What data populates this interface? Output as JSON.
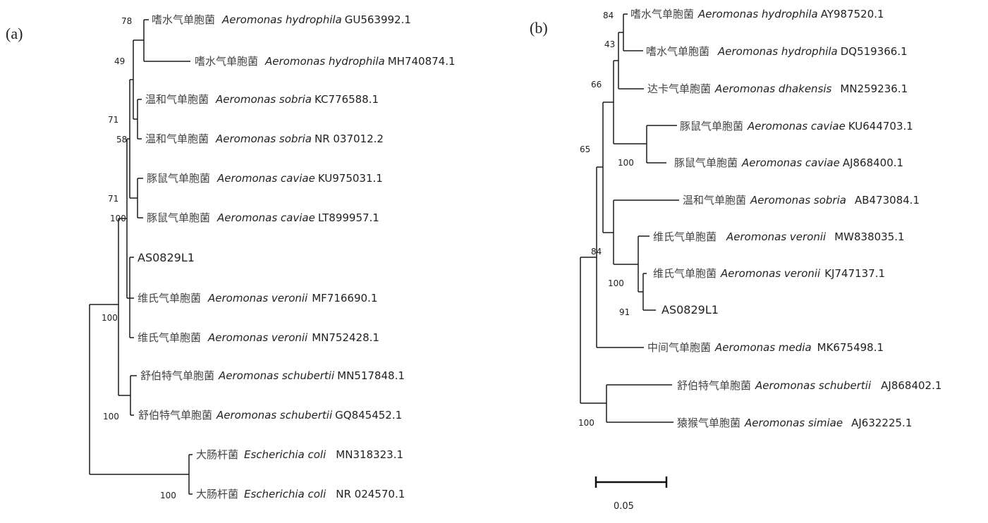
{
  "panels": {
    "a": {
      "label": "(a)",
      "leaves": [
        {
          "cn": "嗜水气单胞菌",
          "sp": "Aeromonas hydrophila",
          "acc": "GU563992.1"
        },
        {
          "cn": "嗜水气单胞菌",
          "sp": "Aeromonas hydrophila",
          "acc": "MH740874.1"
        },
        {
          "cn": "温和气单胞菌",
          "sp": "Aeromonas sobria",
          "acc": "KC776588.1"
        },
        {
          "cn": "温和气单胞菌",
          "sp": "Aeromonas sobria",
          "acc": "NR 037012.2"
        },
        {
          "cn": "豚鼠气单胞菌",
          "sp": "Aeromonas caviae",
          "acc": "KU975031.1"
        },
        {
          "cn": "豚鼠气单胞菌",
          "sp": "Aeromonas caviae",
          "acc": "LT899957.1"
        },
        {
          "cn": "",
          "sp": "",
          "acc": "AS0829L1"
        },
        {
          "cn": "维氏气单胞菌",
          "sp": "Aeromonas veronii",
          "acc": "MF716690.1"
        },
        {
          "cn": "维氏气单胞菌",
          "sp": "Aeromonas veronii",
          "acc": "MN752428.1"
        },
        {
          "cn": "舒伯特气单胞菌",
          "sp": "Aeromonas schubertii",
          "acc": "MN517848.1"
        },
        {
          "cn": "舒伯特气单胞菌",
          "sp": "Aeromonas schubertii",
          "acc": "GQ845452.1"
        },
        {
          "cn": "大肠杆菌",
          "sp": "Escherichia coli",
          "acc": "MN318323.1"
        },
        {
          "cn": "大肠杆菌",
          "sp": "Escherichia coli",
          "acc": "NR 024570.1"
        }
      ],
      "bootstrap": [
        "78",
        "49",
        "71",
        "58",
        "71",
        "100",
        "100",
        "100",
        "100"
      ]
    },
    "b": {
      "label": "(b)",
      "leaves": [
        {
          "cn": "嗜水气单胞菌",
          "sp": "Aeromonas hydrophila",
          "acc": "AY987520.1"
        },
        {
          "cn": "嗜水气单胞菌",
          "sp": "Aeromonas hydrophila",
          "acc": "DQ519366.1"
        },
        {
          "cn": "达卡气单胞菌",
          "sp": "Aeromonas dhakensis",
          "acc": "MN259236.1"
        },
        {
          "cn": "豚鼠气单胞菌",
          "sp": "Aeromonas caviae",
          "acc": "KU644703.1"
        },
        {
          "cn": "豚鼠气单胞菌",
          "sp": "Aeromonas caviae",
          "acc": "AJ868400.1"
        },
        {
          "cn": "温和气单胞菌",
          "sp": "Aeromonas sobria",
          "acc": "AB473084.1"
        },
        {
          "cn": "维氏气单胞菌",
          "sp": "Aeromonas veronii",
          "acc": "MW838035.1"
        },
        {
          "cn": "维氏气单胞菌",
          "sp": "Aeromonas veronii",
          "acc": "KJ747137.1"
        },
        {
          "cn": "",
          "sp": "",
          "acc": "AS0829L1"
        },
        {
          "cn": "中间气单胞菌",
          "sp": "Aeromonas media",
          "acc": "MK675498.1"
        },
        {
          "cn": "舒伯特气单胞菌",
          "sp": "Aeromonas schubertii",
          "acc": "AJ868402.1"
        },
        {
          "cn": "猿猴气单胞菌",
          "sp": "Aeromonas simiae",
          "acc": "AJ632225.1"
        }
      ],
      "bootstrap": [
        "84",
        "43",
        "66",
        "65",
        "100",
        "84",
        "100",
        "91",
        "100"
      ],
      "scale": {
        "label": "0.05",
        "value": 0.05
      }
    }
  }
}
